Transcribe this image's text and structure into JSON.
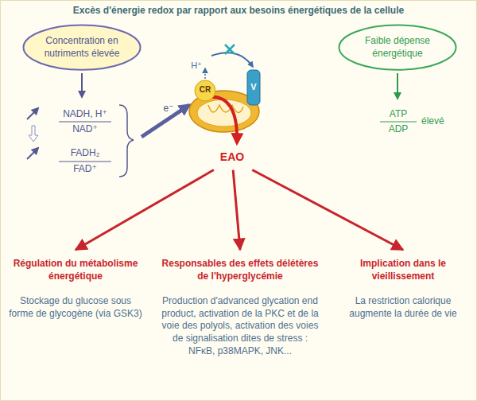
{
  "diagram": {
    "title": "Excès d'énergie redox par rapport aux besoins énergétiques de la cellule",
    "nodes": [
      {
        "text": [
          "Concentration en nutriments élevée"
        ]
      },
      {
        "text": [
          "Faible dépense énergétique"
        ]
      },
      {
        "text": [
          "EAO"
        ]
      },
      {
        "text": [
          "Régulation du métabolisme énergétique",
          "Stockage du glucose sous forme de glycogène (via GSK3)"
        ]
      },
      {
        "text": [
          "Responsables des effets délétères de l'hyperglycémie",
          "Production d'advanced glycation end product, activation de la PKC et de la voie des polyols, activation des voies de signalisation dites de stress : NFκB, p38MAPK, JNK..."
        ]
      },
      {
        "text": [
          "Implication dans le vieillissement",
          "La restriction calorique augmente la durée de vie"
        ]
      }
    ],
    "edges": [
      {
        "from": 2,
        "to": 3,
        "arrow": "to"
      },
      {
        "from": 2,
        "to": 4,
        "arrow": "to"
      },
      {
        "from": 2,
        "to": 5,
        "arrow": "to"
      }
    ],
    "labels": [
      "NADH, H⁺",
      "NAD⁺",
      "FADH₂",
      "FAD⁺",
      "e⁻",
      "H⁺",
      "CR",
      "V",
      "ATP",
      "ADP",
      "élevé"
    ]
  }
}
